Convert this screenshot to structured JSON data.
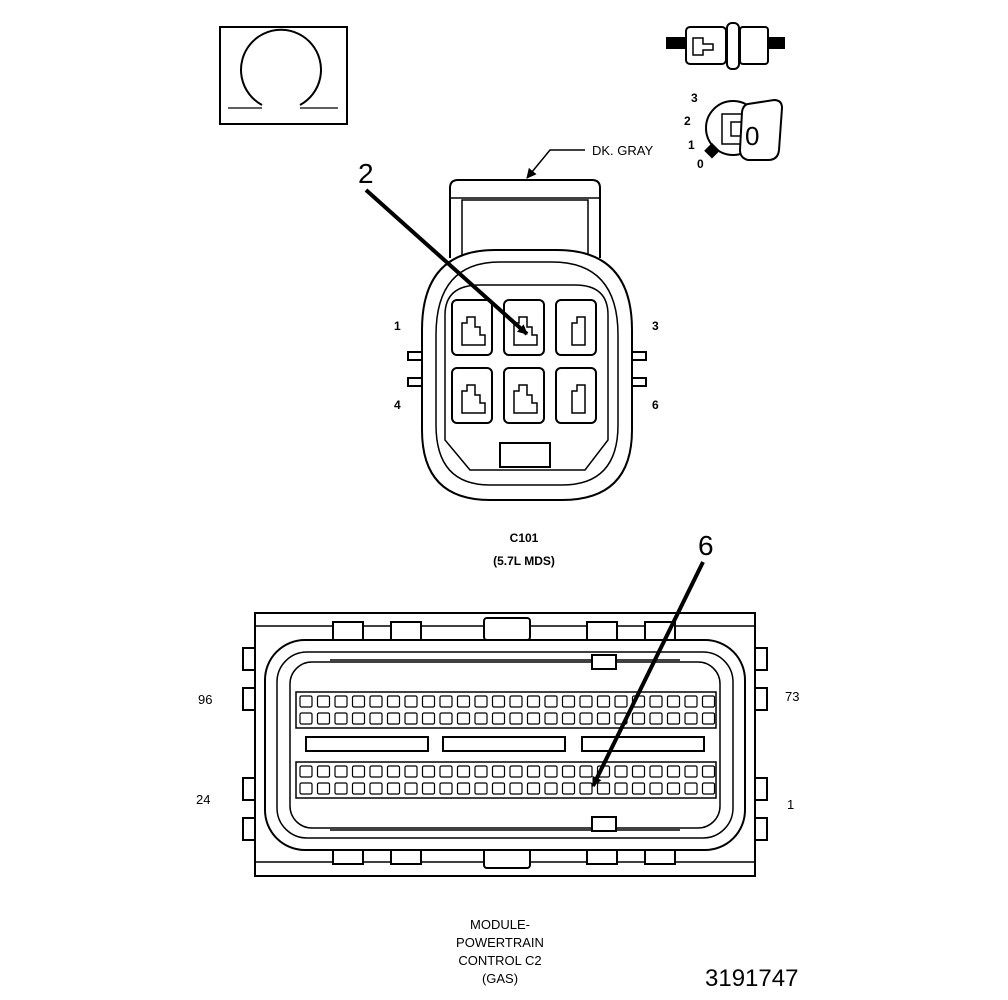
{
  "keyboard_icon": {
    "number_label": "0",
    "levels": [
      "3",
      "2",
      "1",
      "0"
    ]
  },
  "connector_top": {
    "wire_color_label": "DK. GRAY",
    "callout": "2",
    "pin_labels": {
      "top_left": "1",
      "top_right": "3",
      "bottom_left": "4",
      "bottom_right": "6"
    },
    "name": "C101",
    "subname": "(5.7L MDS)"
  },
  "connector_bottom": {
    "callout": "6",
    "pin_labels": {
      "top_left": "96",
      "top_right": "73",
      "bottom_left": "24",
      "bottom_right": "1"
    },
    "title_lines": [
      "MODULE-",
      "POWERTRAIN",
      "CONTROL C2",
      "(GAS)"
    ]
  },
  "figure_number": "3191747",
  "colors": {
    "line": "#000000",
    "background": "#ffffff"
  }
}
